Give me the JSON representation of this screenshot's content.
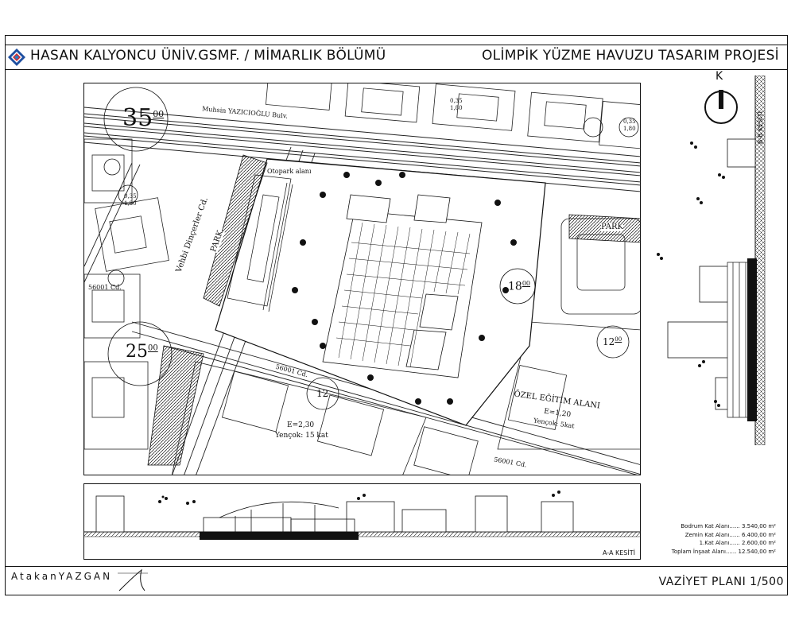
{
  "header": {
    "university": "HASAN KALYONCU ÜNİV.GSMF. / MİMARLIK BÖLÜMÜ",
    "project": "OLİMPİK YÜZME HAVUZU TASARIM PROJESİ",
    "logo_colors": [
      "#1f4fa0",
      "#d8262b",
      "#2b7bc0"
    ]
  },
  "north": {
    "label": "K"
  },
  "plan": {
    "road_top": "Muhsin YAZICIOĞLU Bulv.",
    "road_left": "Vehbi Dinçerler Cd.",
    "road_bottom_1": "56001 Cd.",
    "road_bottom_2": "56001 Cd.",
    "road_left_small": "56001 Cd.",
    "otopark": "Otopark alanı",
    "park_left": "PARK",
    "park_right": "PARK",
    "heights": [
      "35",
      "25",
      "18",
      "12",
      "12"
    ],
    "height_sup": "00",
    "ozel_egitim": "ÖZEL EĞİTİM ALANI",
    "ozel_e": "E=1,20",
    "ozel_yencok": "Yençok: 5kat",
    "res_e": "E=2,30",
    "res_yencok": "Yençok: 15 kat",
    "plot_ratio_1": "0,35",
    "plot_ratio_2": "1,80",
    "plot_ratio_3": "0,35",
    "plot_ratio_4": "1,80",
    "plot_ratio_5": "0,35",
    "plot_ratio_6": "1,80"
  },
  "section_aa": {
    "label": "A-A KESİTİ"
  },
  "section_bb": {
    "label": "B-B KESİTİ"
  },
  "areas": [
    {
      "label": "Bodrum Kat Alanı",
      "value": "3.540,00 m²"
    },
    {
      "label": "Zemin Kat Alanı",
      "value": "6.400,00 m²"
    },
    {
      "label": "1.Kat Alanı",
      "value": "2.600,00 m²"
    },
    {
      "label": "Toplam İnşaat Alanı",
      "value": "12.540,00 m²"
    }
  ],
  "footer": {
    "author": "AtakanYAZGAN",
    "drawing": "VAZİYET PLANI 1/500"
  }
}
